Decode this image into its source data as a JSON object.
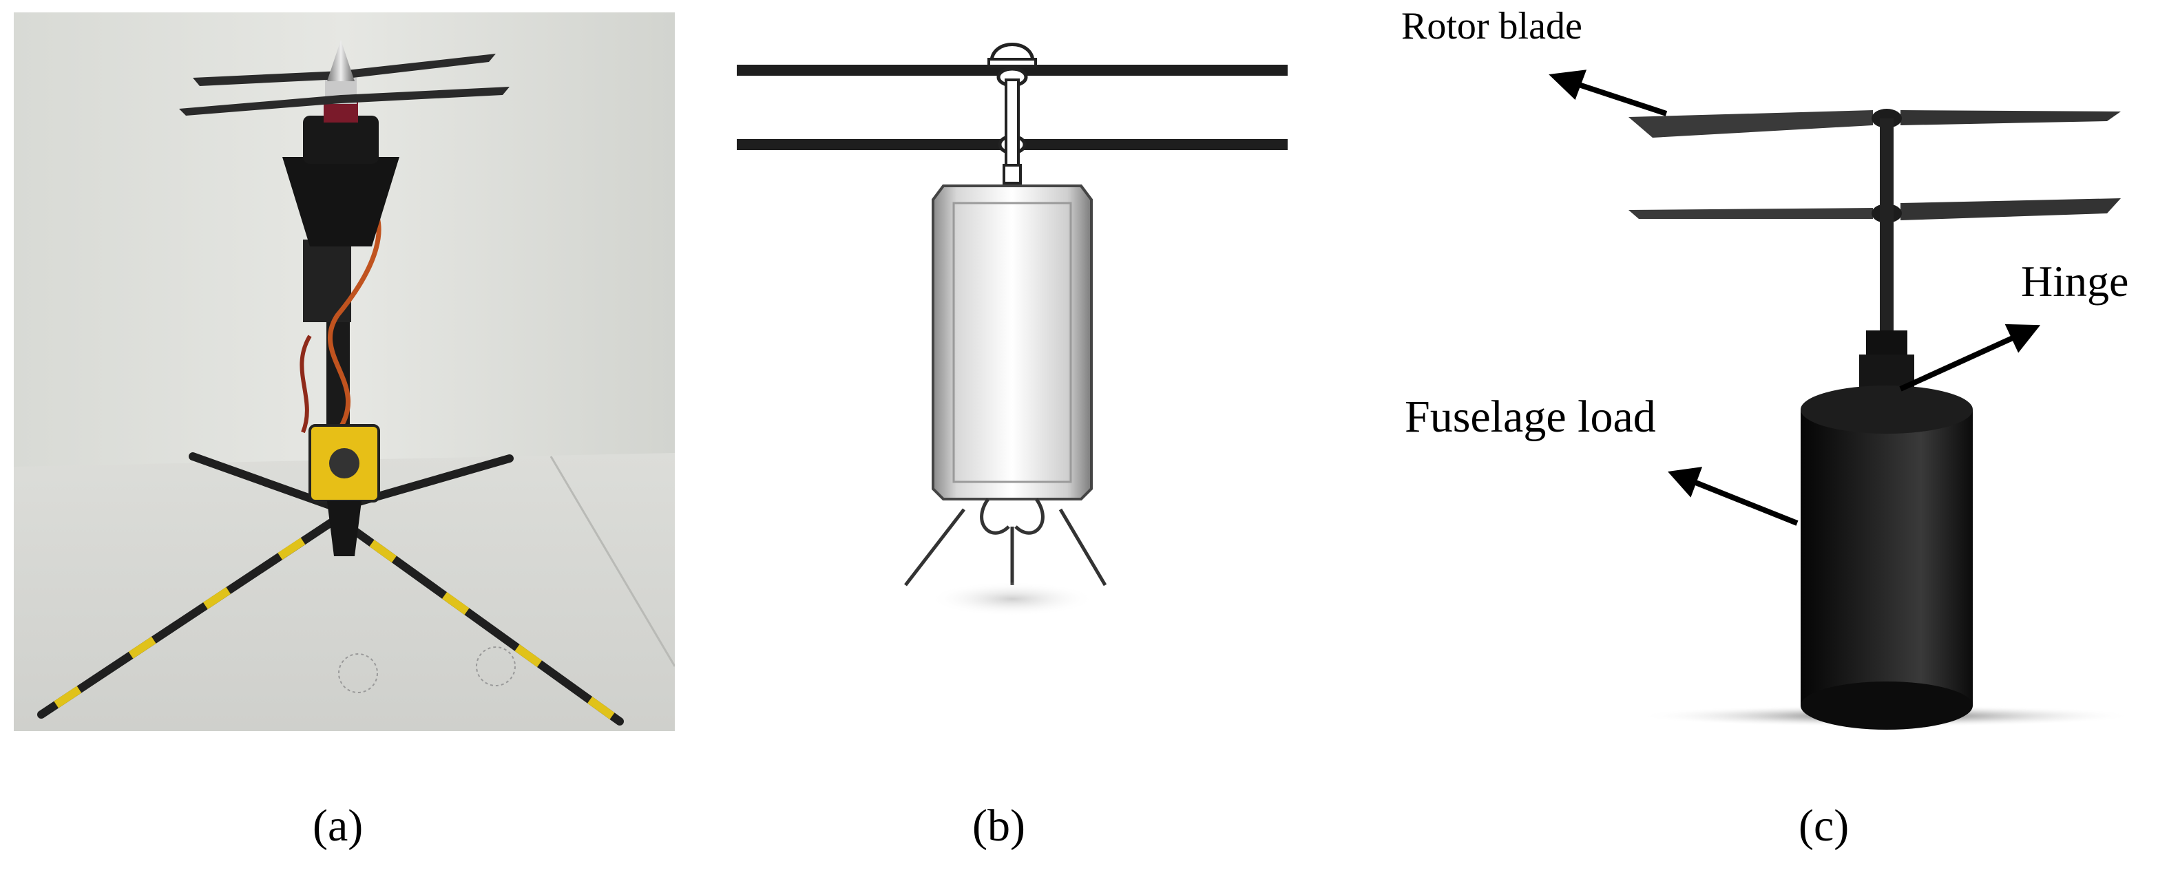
{
  "figure": {
    "panels": [
      {
        "id": "a",
        "caption": "(a)",
        "kind": "photo"
      },
      {
        "id": "b",
        "caption": "(b)",
        "kind": "schematic"
      },
      {
        "id": "c",
        "caption": "(c)",
        "kind": "3d-model"
      }
    ],
    "annotations": {
      "rotor_blade": "Rotor blade",
      "hinge": "Hinge",
      "fuselage_load": "Fuselage load"
    }
  }
}
